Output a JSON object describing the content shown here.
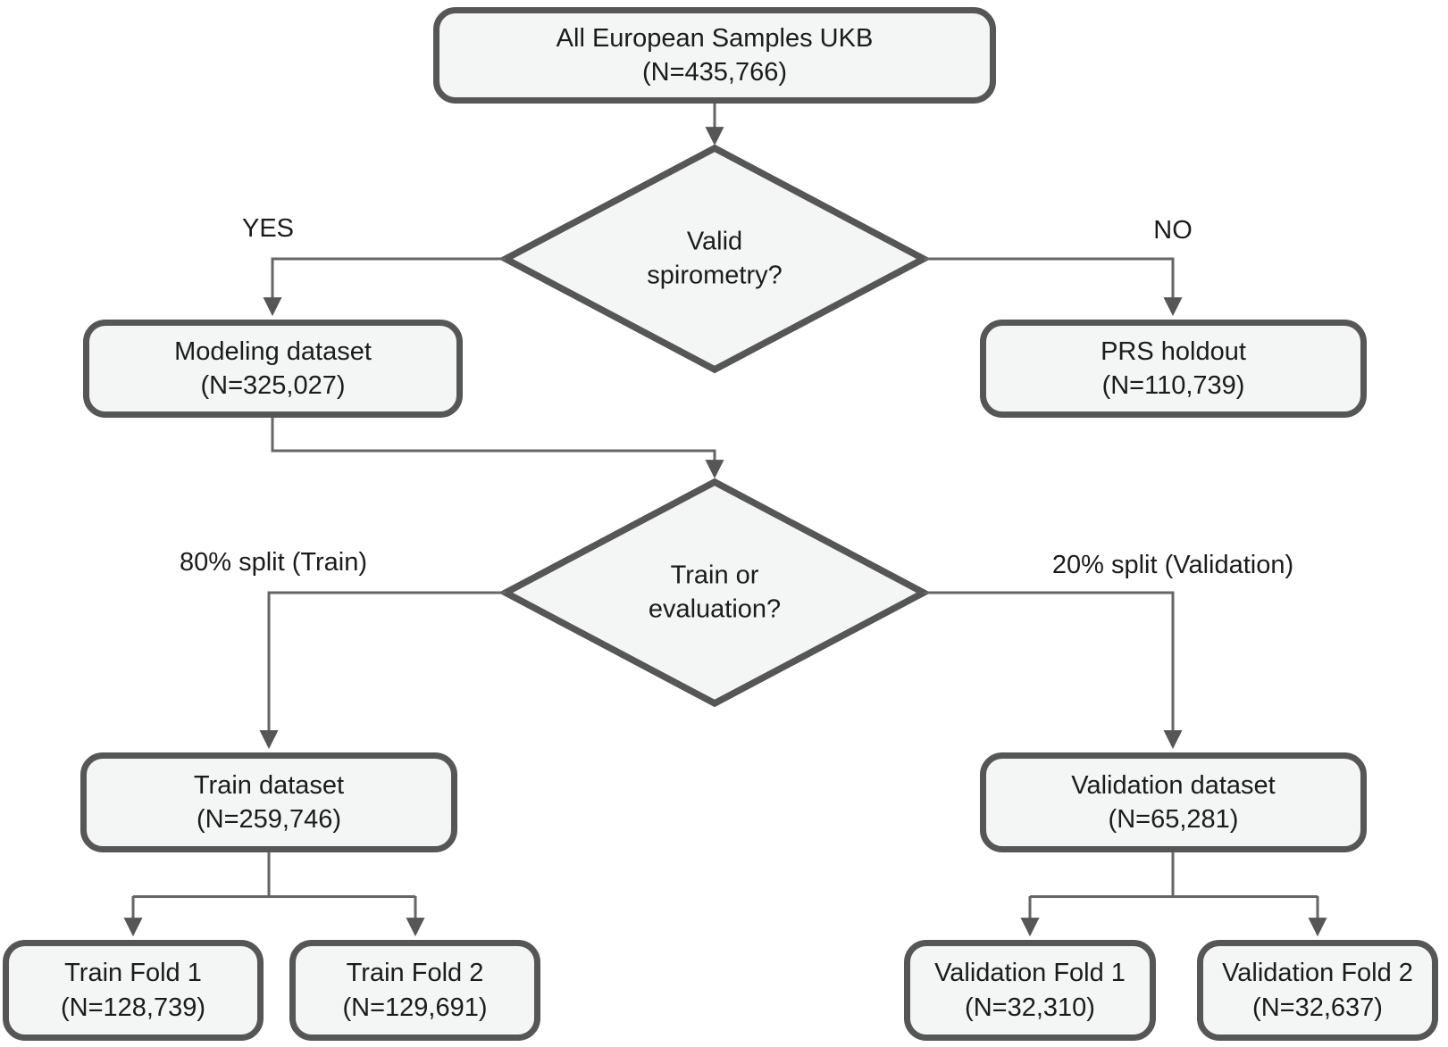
{
  "figure": {
    "type": "flowchart",
    "colors": {
      "background": "#ffffff",
      "node_fill": "#f3f6f5",
      "node_border": "#565656",
      "connector": "#666666",
      "text": "#1b1b1b"
    }
  },
  "nodes": {
    "root": {
      "label": "All European Samples UKB",
      "n": "(N=435,766)"
    },
    "decision_spirometry": {
      "line1": "Valid",
      "line2": "spirometry?"
    },
    "modeling": {
      "label": "Modeling dataset",
      "n": "(N=325,027)"
    },
    "prs_holdout": {
      "label": "PRS holdout",
      "n": "(N=110,739)"
    },
    "decision_split": {
      "line1": "Train or",
      "line2": "evaluation?"
    },
    "train": {
      "label": "Train dataset",
      "n": "(N=259,746)"
    },
    "validation": {
      "label": "Validation dataset",
      "n": "(N=65,281)"
    },
    "train_fold1": {
      "label": "Train Fold 1",
      "n": "(N=128,739)"
    },
    "train_fold2": {
      "label": "Train Fold 2",
      "n": "(N=129,691)"
    },
    "validation_fold1": {
      "label": "Validation Fold 1",
      "n": "(N=32,310)"
    },
    "validation_fold2": {
      "label": "Validation Fold 2",
      "n": "(N=32,637)"
    }
  },
  "edge_labels": {
    "yes": "YES",
    "no": "NO",
    "train_split": "80% split (Train)",
    "validation_split": "20% split (Validation)"
  }
}
